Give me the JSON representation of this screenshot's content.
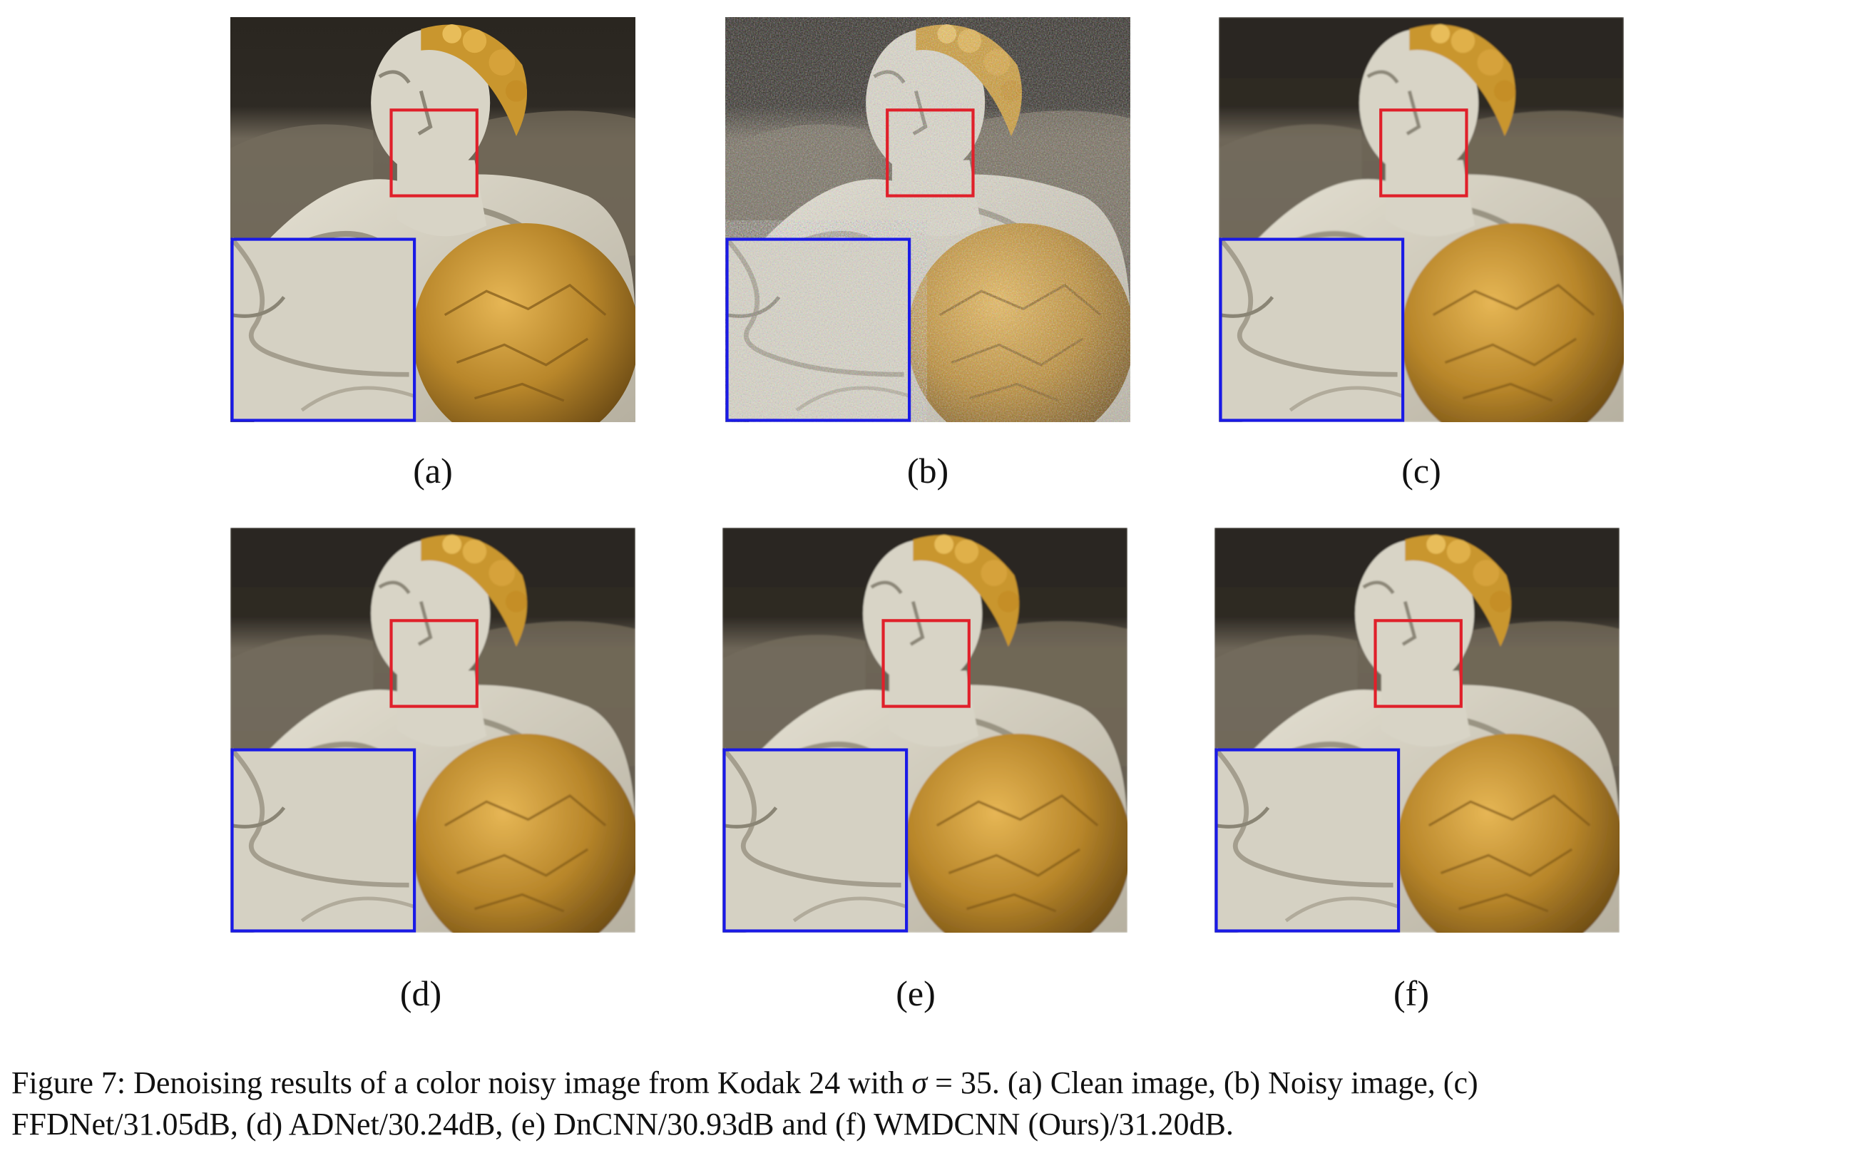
{
  "figure": {
    "panels": [
      {
        "id": "a",
        "label": "(a)",
        "variant": "clean"
      },
      {
        "id": "b",
        "label": "(b)",
        "variant": "noisy"
      },
      {
        "id": "c",
        "label": "(c)",
        "variant": "smooth"
      },
      {
        "id": "d",
        "label": "(d)",
        "variant": "smooth"
      },
      {
        "id": "e",
        "label": "(e)",
        "variant": "smooth"
      },
      {
        "id": "f",
        "label": "(f)",
        "variant": "smooth"
      }
    ],
    "caption": {
      "line1_before_sigma": "Figure 7: Denoising results of a color noisy image from Kodak 24 with ",
      "sigma_symbol": "σ",
      "line1_after_sigma": " = 35. (a) Clean image, (b) Noisy image, (c)",
      "line2": "FFDNet/31.05dB, (d) ADNet/30.24dB, (e) DnCNN/30.93dB and (f) WMDCNN (Ours)/31.20dB."
    },
    "colors": {
      "zoom_box_red": "#e0202a",
      "inset_border_blue": "#1a1ae6",
      "gold": "#b8862a",
      "statue": "#d8d4c6",
      "background_rock": "#6e6658"
    }
  }
}
